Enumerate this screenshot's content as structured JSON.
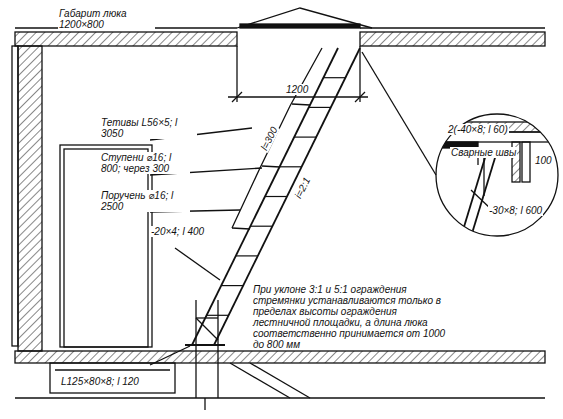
{
  "diagram": {
    "labels": [
      "Габарит люка 1200×800",
      "1200",
      "Тетивы L56×5; l 3050",
      "Ступени ⌀16; l 800; через 300",
      "Поручень ⌀16; l 2500",
      "l=300",
      "i=2:1",
      "-20×4; l 400",
      "L125×80×8; l 120",
      "При уклоне 3:1 и 5:1 ограждения стремянки устанавливаются только в пределах высоты ограждения лестничной площадки, а длина люка соответственно принимается от 1000 до 800 мм",
      "2(-40×8; l 60)",
      "Сварные швы",
      "-30×8; l 600",
      "100"
    ]
  }
}
